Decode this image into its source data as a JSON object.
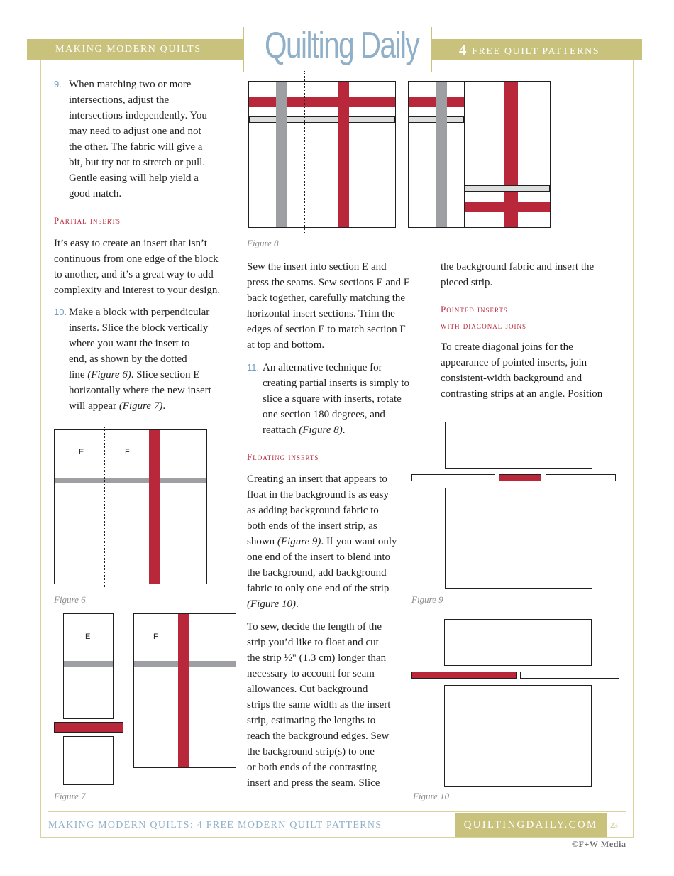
{
  "header": {
    "left_label": "MAKING MODERN QUILTS",
    "logo_text": "Quilting Daily",
    "right_number": "4",
    "right_label": "FREE QUILT PATTERNS"
  },
  "col1": {
    "item9_num": "9.",
    "item9_lines": [
      "When matching two or more",
      "intersections, adjust the",
      "intersections independently. You",
      "may need to adjust one and not",
      "the other. The fabric will give a",
      "bit, but try not to stretch or pull.",
      "Gentle easing will help yield a",
      "good match."
    ],
    "partial_heading": "Partial inserts",
    "partial_lines": [
      "It’s easy to create an insert that isn’t",
      "continuous from one edge of the block",
      "to another, and it’s a great way to add",
      "complexity and interest to your design."
    ],
    "item10_num": "10.",
    "item10_lines": [
      "Make a block with perpendicular",
      "inserts. Slice the block vertically",
      "where you want the insert to",
      "end, as shown by the dotted"
    ],
    "item10_line5_pre": "line ",
    "item10_line5_fig": "(Figure 6)",
    "item10_line5_post": ". Slice section E",
    "item10_line6": "horizontally where the new insert",
    "item10_line7_pre": "will appear ",
    "item10_line7_fig": "(Figure 7)",
    "item10_line7_post": "."
  },
  "col2": {
    "p1_lines": [
      "Sew the insert into section E and",
      "press the seams. Sew sections E and F",
      "back together, carefully matching the",
      "horizontal insert sections. Trim the",
      "edges of section E to match section F",
      "at top and bottom."
    ],
    "item11_num": "11.",
    "item11_lines": [
      "An alternative technique for",
      "creating partial inserts is simply to",
      "slice a square with inserts, rotate",
      "one section 180 degrees, and"
    ],
    "item11_last_pre": "reattach ",
    "item11_last_fig": "(Figure 8)",
    "item11_last_post": ".",
    "floating_heading": "Floating inserts",
    "floating_lines": [
      "Creating an insert that appears to",
      "float in the background is as easy",
      "as adding background fabric to",
      "both ends of the insert strip, as"
    ],
    "floating_l5_pre": "shown ",
    "floating_l5_fig": "(Figure 9)",
    "floating_l5_post": ". If you want only",
    "floating_lines2": [
      "one end of the insert to blend into",
      "the background, add background",
      "fabric to only one end of the strip"
    ],
    "floating_last_fig": "(Figure 10)",
    "floating_last_post": ".",
    "sew_lines": [
      "To sew, decide the length of the",
      "strip you’d like to float and cut",
      "the strip ½\" (1.3 cm) longer than",
      "necessary to account for seam",
      "allowances. Cut background",
      "strips the same width as the insert",
      "strip, estimating the lengths to",
      "reach the background edges. Sew",
      "the background strip(s) to one",
      "or both ends of the contrasting",
      "insert and press the seam. Slice"
    ]
  },
  "col3": {
    "p1_lines": [
      "the background fabric and insert the",
      "pieced strip."
    ],
    "pointed_heading_1": "Pointed inserts",
    "pointed_heading_2": "with diagonal joins",
    "pointed_lines": [
      "To create diagonal joins for the",
      "appearance of pointed inserts, join",
      "consistent-width background and",
      "contrasting strips at an angle. Position"
    ]
  },
  "figures": {
    "fig6_caption": "Figure 6",
    "fig7_caption": "Figure 7",
    "fig8_caption": "Figure 8",
    "fig9_caption": "Figure 9",
    "fig10_caption": "Figure 10",
    "label_e": "E",
    "label_f": "F"
  },
  "footer": {
    "left_text": "MAKING MODERN QUILTS: 4 FREE MODERN QUILT PATTERNS",
    "right_text": "QUILTINGDAILY.COM",
    "page_number": "23",
    "copyright": "©F+W Media"
  },
  "colors": {
    "accent_gold": "#c9c27d",
    "accent_blue": "#8fb0c8",
    "insert_red": "#b8283a",
    "insert_gray": "#9d9fa2"
  }
}
